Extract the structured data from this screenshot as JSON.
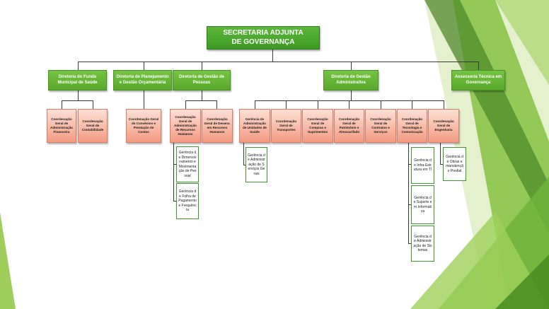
{
  "top": {
    "label": "SECRETARIA ADJUNTA DE GOVERNANÇA"
  },
  "directorates": [
    {
      "label": "Diretoria do Fundo Municipal de Saúde"
    },
    {
      "label": "Diretoria de Planejamento e Gestão Orçamentária"
    },
    {
      "label": "Diretoria de Gestão de Pessoas"
    },
    {
      "label": "Diretoria de Gestão Administrativa"
    },
    {
      "label": "Assessoria Técnica em Governança"
    }
  ],
  "coordinations": [
    {
      "label": "Coordenação Geral de Administração Financeira"
    },
    {
      "label": "Coordenação Geral de Contabilidade"
    },
    {
      "label": "Coordenação Geral de Convênios e Prestação de Contas"
    },
    {
      "label": "Coordenação Geral de Administração de Recursos Humanos"
    },
    {
      "label": "Coordenação Geral de Desenv. em Recursos Humanos"
    },
    {
      "label": "Gerência de Administração de Unidades de Saúde"
    },
    {
      "label": "Coordenação Geral de Transportes"
    },
    {
      "label": "Coordenação Geral de Compras e Suprimentos"
    },
    {
      "label": "Coordenação Geral de Patrimônio e Almoxarifado"
    },
    {
      "label": "Coordenação Geral de Contratos e Serviços"
    },
    {
      "label": "Coordenação Geral de Tecnologia e Comunicação"
    },
    {
      "label": "Coordenação Geral de Engenharia"
    }
  ],
  "managements": [
    {
      "label": "Gerência de Dimensionamento e Movimentação de Pessoal"
    },
    {
      "label": "Gerência de Folha de Pagamento e Frequência"
    },
    {
      "label": "Gerência de Administração de Serviços Gerais"
    },
    {
      "label": "Gerência de Infra-Estrutura em TI"
    },
    {
      "label": "Gerência de Suporte em Informática"
    },
    {
      "label": "Gerência de Administração de Sistemas"
    },
    {
      "label": "Gerência de Obras e manutenção Predial"
    }
  ],
  "colors": {
    "top": "#4ea930",
    "directorate": "#66b838",
    "coordination": "#f4a58f",
    "management_border": "#3e9a2a",
    "connector": "#3a3a3a"
  }
}
